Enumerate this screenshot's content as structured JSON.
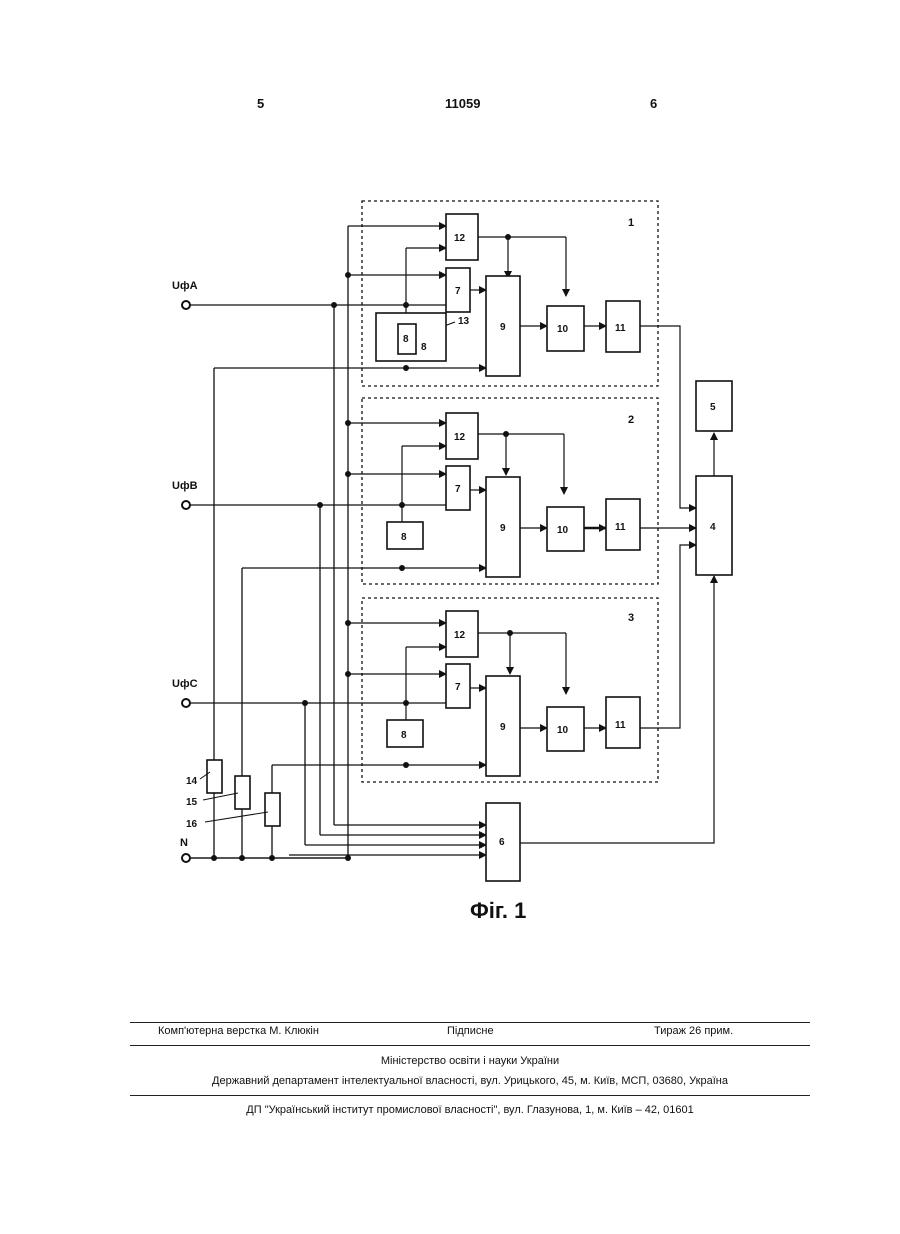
{
  "header": {
    "left_page": "5",
    "patent_no": "11059",
    "right_page": "6"
  },
  "inputs": {
    "phase_a": "UфA",
    "phase_b": "UфB",
    "phase_c": "UфC",
    "neutral": "N"
  },
  "channels": [
    {
      "number": "1",
      "b12": "12",
      "b7": "7",
      "b8": "8",
      "b9": "9",
      "b10": "10",
      "b11": "11",
      "b13": "13"
    },
    {
      "number": "2",
      "b12": "12",
      "b7": "7",
      "b8": "8",
      "b9": "9",
      "b10": "10",
      "b11": "11"
    },
    {
      "number": "3",
      "b12": "12",
      "b7": "7",
      "b8": "8",
      "b9": "9",
      "b10": "10",
      "b11": "11"
    }
  ],
  "blocks": {
    "b4": "4",
    "b5": "5",
    "b6": "6"
  },
  "resistors": {
    "r14": "14",
    "r15": "15",
    "r16": "16"
  },
  "figure_caption": "Фіг. 1",
  "imprint": {
    "typesetting": "Комп'ютерна верстка М. Клюкін",
    "signed": "Підписне",
    "circulation": "Тираж 26 прим.",
    "ministry": "Міністерство освіти і науки України",
    "department": "Державний департамент інтелектуальної власності, вул. Урицького, 45, м. Київ, МСП, 03680, Україна",
    "institute": "ДП \"Український інститут промислової власності\", вул. Глазунова, 1, м. Київ – 42, 01601"
  }
}
